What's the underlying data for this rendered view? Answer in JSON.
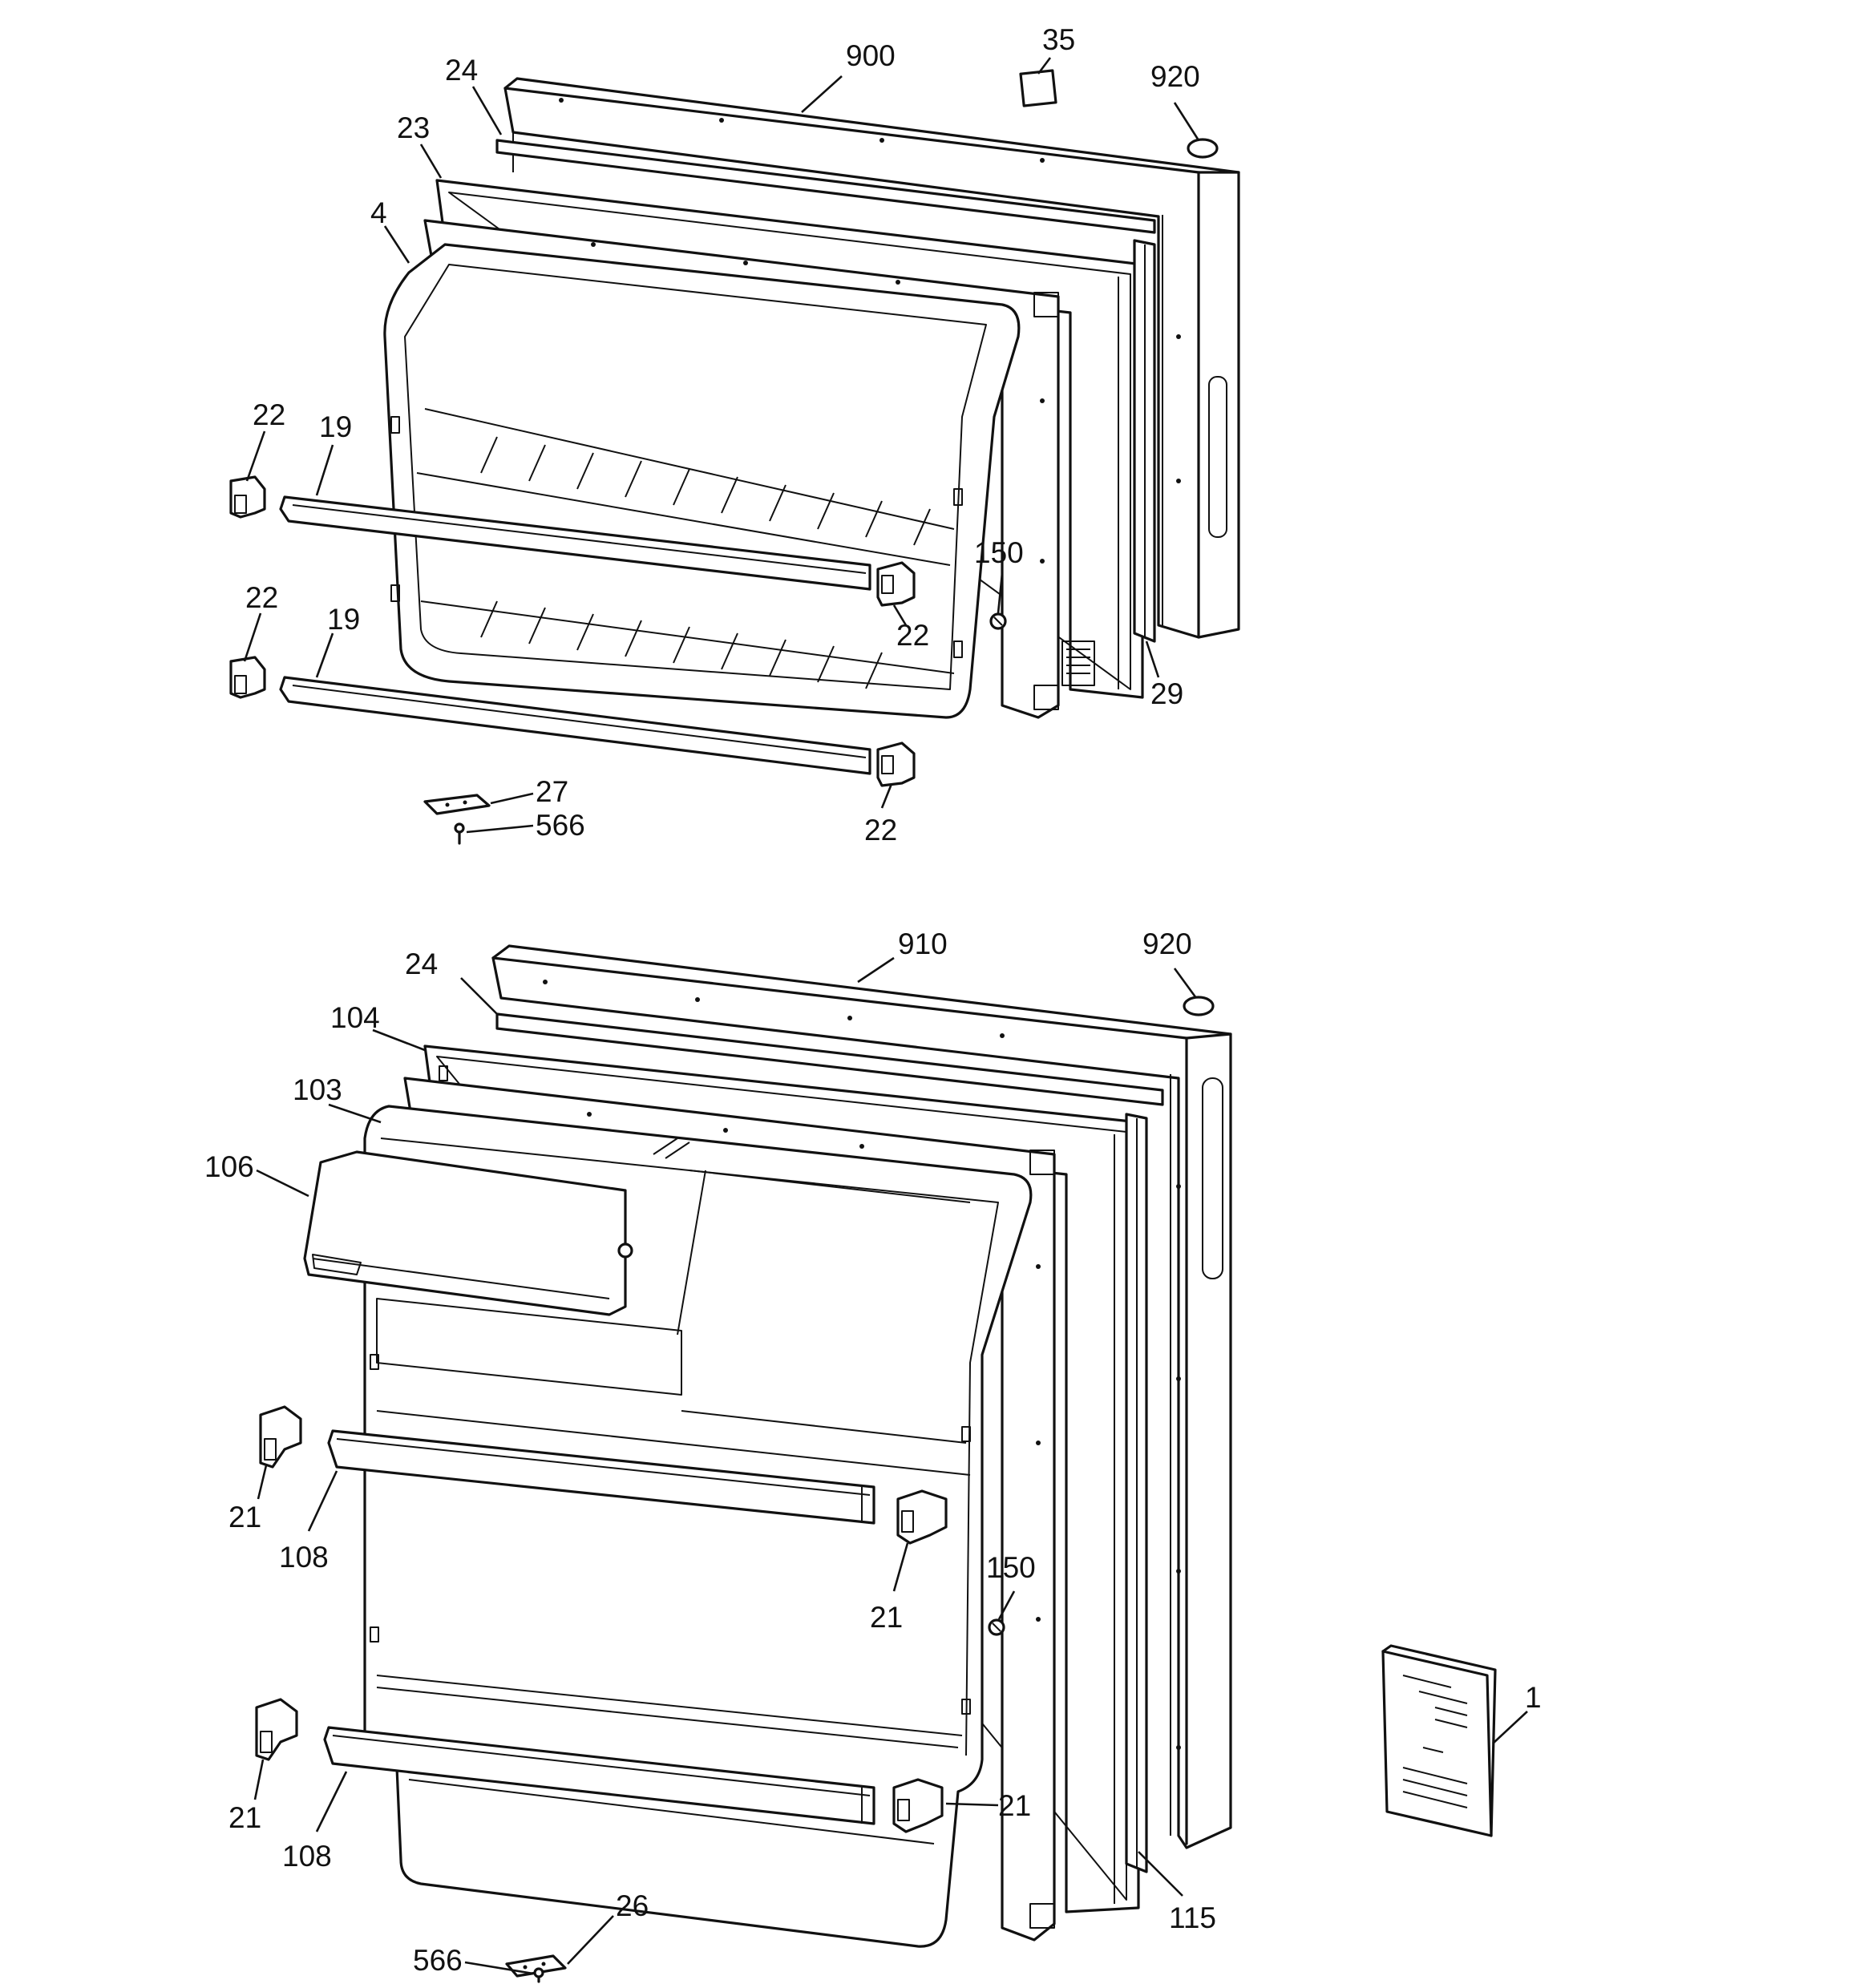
{
  "callouts": {
    "top": {
      "c900": "900",
      "c35": "35",
      "c920": "920",
      "c24": "24",
      "c23": "23",
      "c4": "4",
      "c22a": "22",
      "c19a": "19",
      "c150": "150",
      "c22b": "22",
      "c22c": "22",
      "c19b": "19",
      "c29": "29",
      "c27": "27",
      "c566": "566",
      "c22d": "22"
    },
    "bottom": {
      "c910": "910",
      "c920": "920",
      "c24": "24",
      "c104": "104",
      "c103": "103",
      "c106": "106",
      "c21a": "21",
      "c108a": "108",
      "c150": "150",
      "c21b": "21",
      "c21c": "21",
      "c108b": "108",
      "c21d": "21",
      "c26": "26",
      "c566": "566",
      "c115": "115",
      "c1": "1"
    }
  },
  "colors": {
    "line": "#111111",
    "background": "#ffffff"
  }
}
